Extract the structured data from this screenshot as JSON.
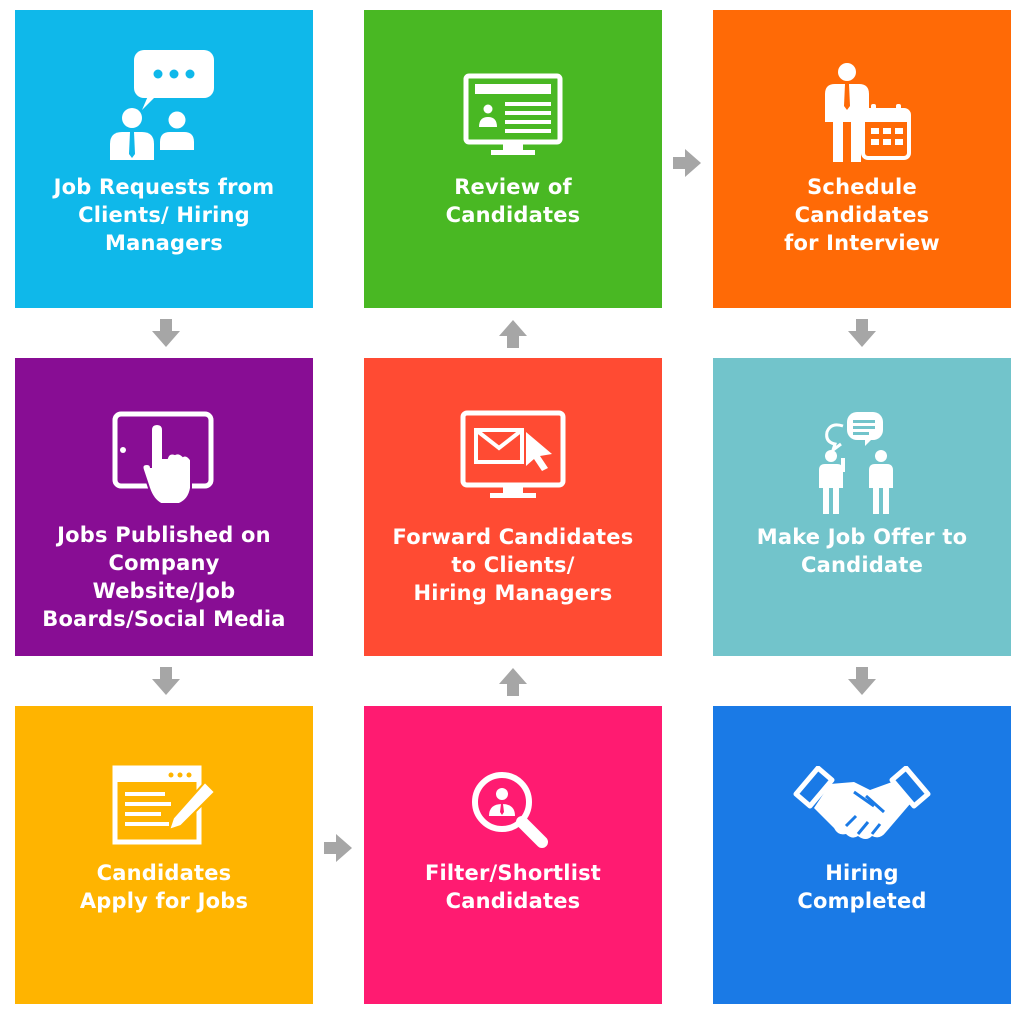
{
  "steps": {
    "job_requests": {
      "label": "Job Requests from\nClients/ Hiring\nManagers",
      "color": "#0fb8ea",
      "icon": "people-chat-icon"
    },
    "review": {
      "label": "Review of\nCandidates",
      "color": "#49b823",
      "icon": "monitor-profile-icon"
    },
    "schedule": {
      "label": "Schedule\nCandidates\nfor Interview",
      "color": "#ff6a06",
      "icon": "person-calendar-icon"
    },
    "published": {
      "label": "Jobs Published on\nCompany\nWebsite/Job\nBoards/Social Media",
      "color": "#880d94",
      "icon": "tablet-touch-icon"
    },
    "forward": {
      "label": "Forward Candidates\nto Clients/\nHiring Managers",
      "color": "#ff4b33",
      "icon": "monitor-mail-icon"
    },
    "offer": {
      "label": "Make Job Offer to\nCandidate",
      "color": "#72c4cb",
      "icon": "people-talk-icon"
    },
    "apply": {
      "label": "Candidates\nApply for Jobs",
      "color": "#ffb400",
      "icon": "form-pencil-icon"
    },
    "filter": {
      "label": "Filter/Shortlist\nCandidates",
      "color": "#ff1b71",
      "icon": "magnifier-person-icon"
    },
    "hired": {
      "label": "Hiring\nCompleted",
      "color": "#1a7ae6",
      "icon": "handshake-icon"
    }
  },
  "arrow_color": "#a6a6a6"
}
